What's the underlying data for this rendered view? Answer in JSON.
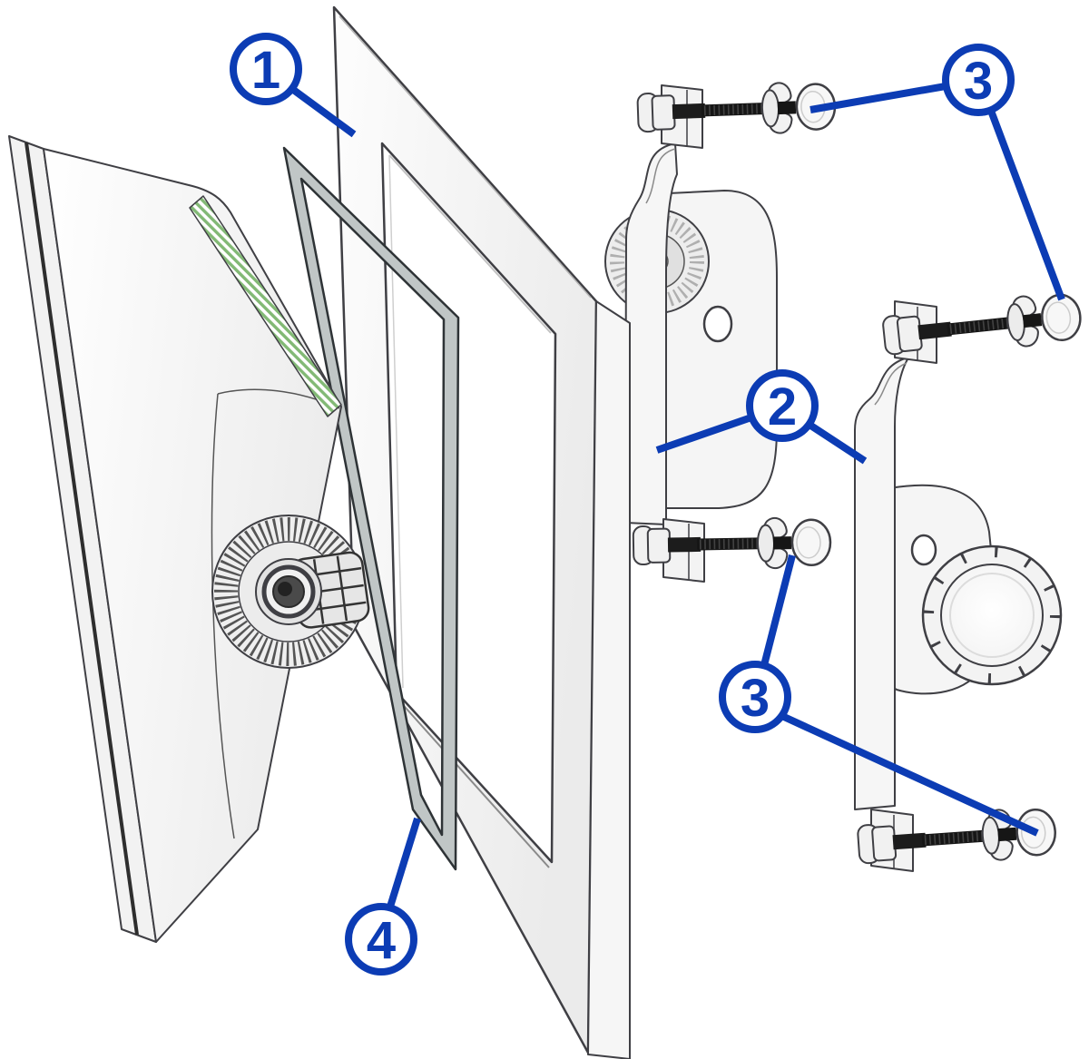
{
  "figure": {
    "kind": "exploded-assembly-installation-diagram",
    "background_color": "#ffffff",
    "callout_color": "#0c3cb4",
    "outline_color": "#3f3f44",
    "seal_band_color": "#c0c6c6",
    "gasket_channel_green": "#82b975",
    "callouts": [
      {
        "label": "1",
        "points_to": "mounting-panel"
      },
      {
        "label": "3",
        "points_to": "upper-thumb-screws"
      },
      {
        "label": "2",
        "points_to": "mount-brackets"
      },
      {
        "label": "3",
        "points_to": "lower-thumb-screws"
      },
      {
        "label": "4",
        "points_to": "gasket-seal"
      }
    ],
    "parts": [
      {
        "name": "display-device"
      },
      {
        "name": "gasket-seal"
      },
      {
        "name": "mounting-panel"
      },
      {
        "name": "left-mount-bracket"
      },
      {
        "name": "right-mount-bracket"
      },
      {
        "name": "thumb-screw-top-left"
      },
      {
        "name": "thumb-screw-middle-left"
      },
      {
        "name": "thumb-screw-top-right"
      },
      {
        "name": "thumb-screw-bottom-right"
      }
    ]
  }
}
